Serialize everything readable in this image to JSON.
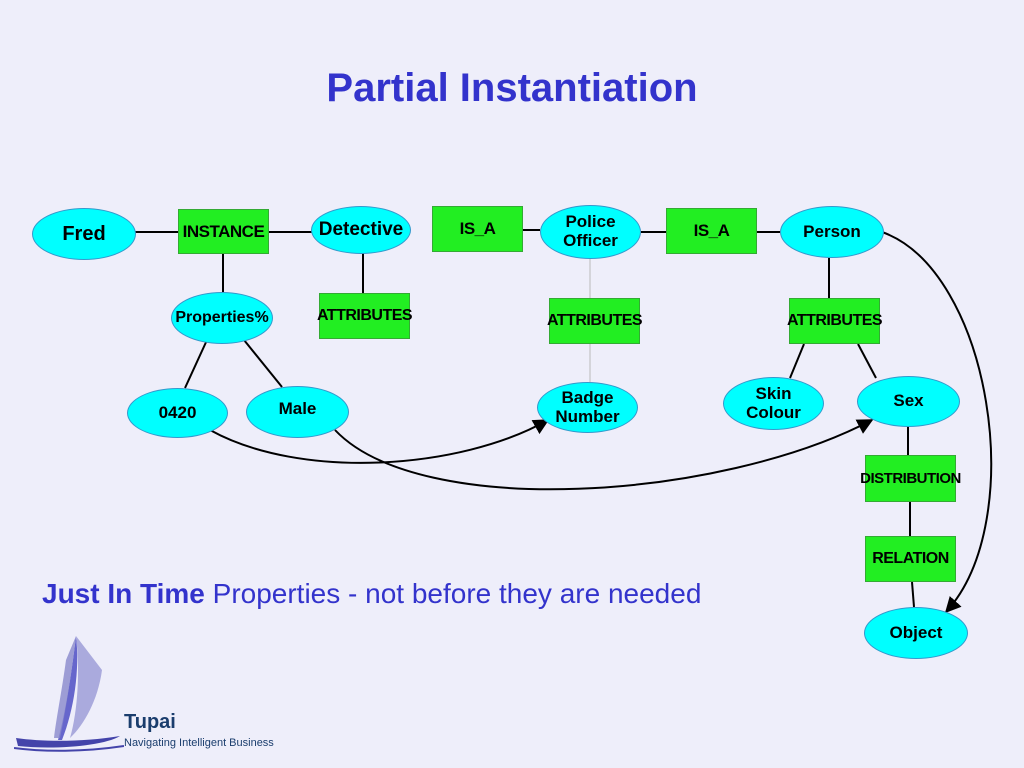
{
  "title": "Partial Instantiation",
  "nodes": {
    "fred": "Fred",
    "instance": "INSTANCE",
    "detective": "Detective",
    "is_a_1": "IS_A",
    "police_officer_line1": "Police",
    "police_officer_line2": "Officer",
    "is_a_2": "IS_A",
    "person": "Person",
    "properties": "Properties%",
    "attributes_detective": "ATTRIBUTES",
    "attributes_police": "ATTRIBUTES",
    "attributes_person": "ATTRIBUTES",
    "value_0420": "0420",
    "male": "Male",
    "badge_line1": "Badge",
    "badge_line2": "Number",
    "skin_line1": "Skin",
    "skin_line2": "Colour",
    "sex": "Sex",
    "distribution": "DISTRIBUTION",
    "relation": "RELATION",
    "object": "Object"
  },
  "tagline": {
    "emphasis": "Just In Time",
    "rest": " Properties - not before they are needed"
  },
  "logo": {
    "name": "Tupai",
    "subtitle": "Navigating Intelligent Business"
  },
  "colors": {
    "title": "#3333cc",
    "ellipse_fill": "#00ffff",
    "rect_fill": "#22ee22",
    "background": "#eeeefa"
  }
}
